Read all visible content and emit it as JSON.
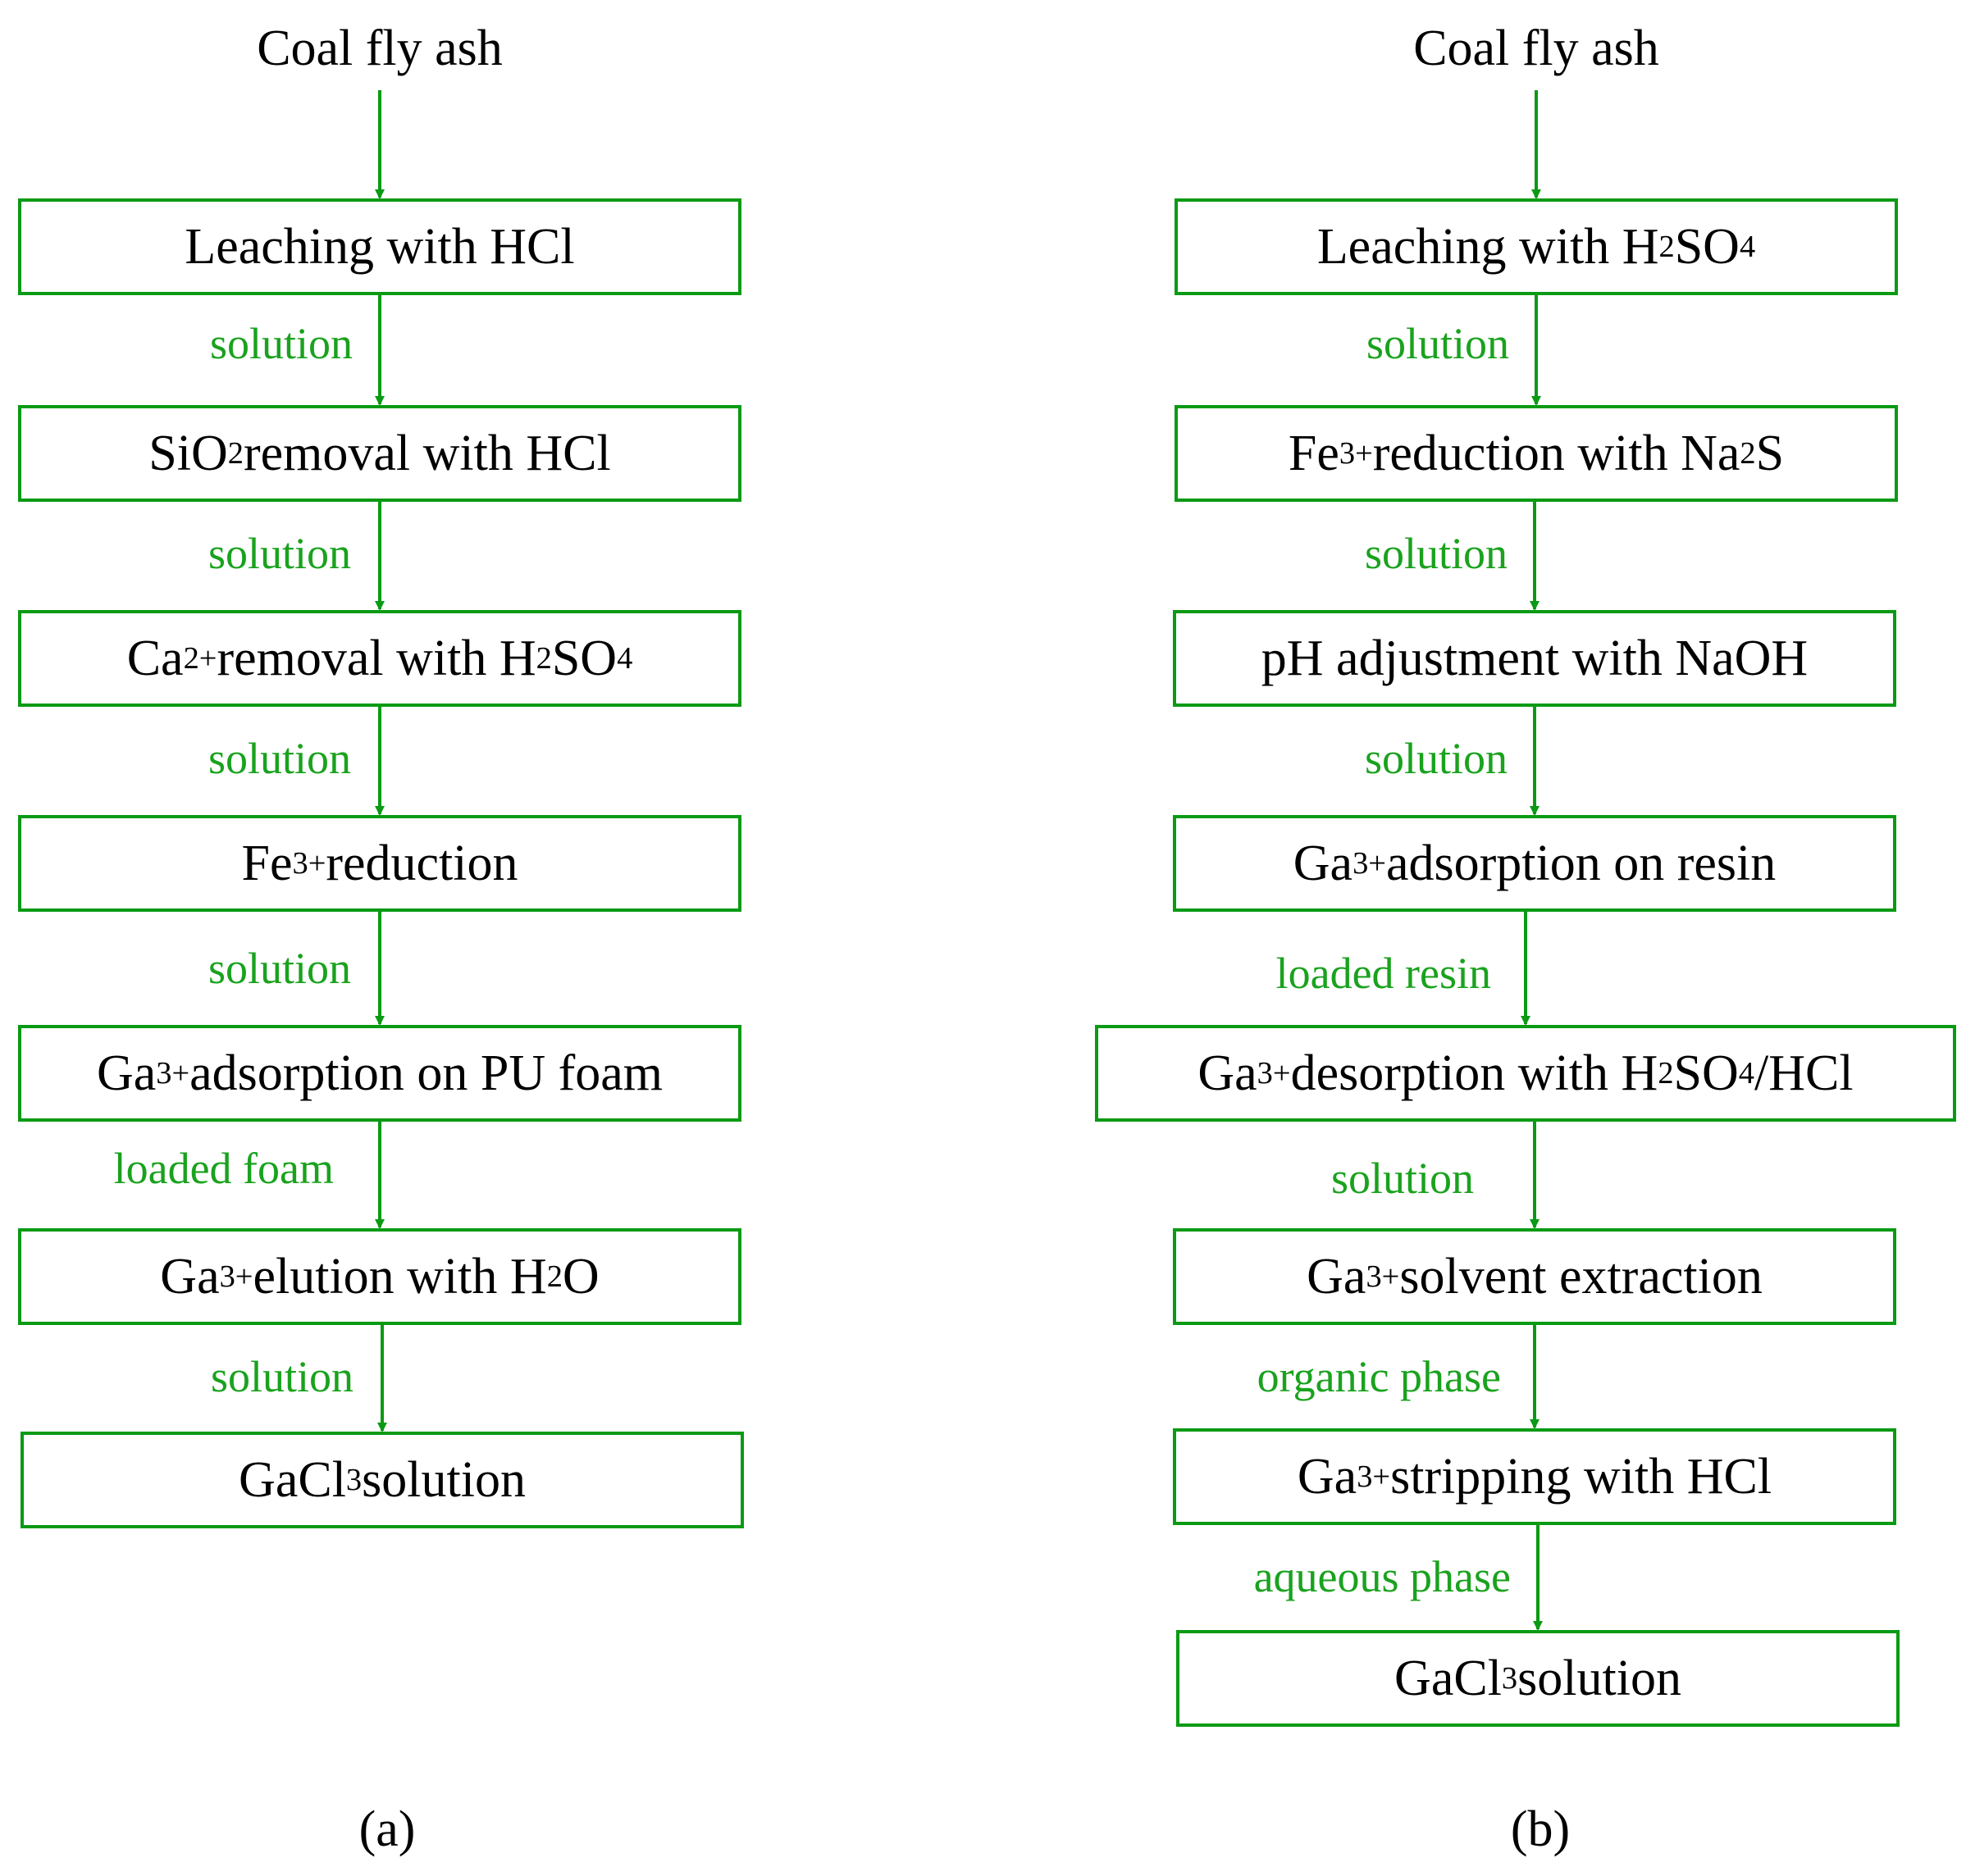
{
  "colors": {
    "box_border": "#0a9a14",
    "arrow": "#0a9a14",
    "edge_label": "#1aa21e"
  },
  "panel_a": {
    "source": "Coal fly ash",
    "steps": [
      [
        "Leaching with HCl"
      ],
      [
        "SiO",
        {
          "sub": "2"
        },
        " removal with HCl"
      ],
      [
        "Ca",
        {
          "sup": "2+"
        },
        " removal with H",
        {
          "sub": "2"
        },
        "SO",
        {
          "sub": "4"
        }
      ],
      [
        "Fe",
        {
          "sup": "3+"
        },
        " reduction"
      ],
      [
        "Ga",
        {
          "sup": "3+"
        },
        " adsorption on PU foam"
      ],
      [
        "Ga",
        {
          "sup": "3+"
        },
        " elution with H",
        {
          "sub": "2"
        },
        "O"
      ],
      [
        "GaCl",
        {
          "sub": "3"
        },
        " solution"
      ]
    ],
    "edge_labels": [
      "solution",
      "solution",
      "solution",
      "solution",
      "loaded foam",
      "solution"
    ],
    "caption": "(a)"
  },
  "panel_b": {
    "source": "Coal fly ash",
    "steps": [
      [
        "Leaching with H",
        {
          "sub": "2"
        },
        "SO",
        {
          "sub": "4"
        }
      ],
      [
        "Fe",
        {
          "sup": "3+"
        },
        " reduction with Na",
        {
          "sub": "2"
        },
        "S"
      ],
      [
        "pH adjustment with NaOH"
      ],
      [
        "Ga",
        {
          "sup": "3+"
        },
        " adsorption on resin"
      ],
      [
        "Ga",
        {
          "sup": "3+"
        },
        " desorption with H",
        {
          "sub": "2"
        },
        "SO",
        {
          "sub": "4"
        },
        "/HCl"
      ],
      [
        "Ga",
        {
          "sup": "3+"
        },
        " solvent extraction"
      ],
      [
        "Ga",
        {
          "sup": "3+"
        },
        " stripping with HCl"
      ],
      [
        "GaCl",
        {
          "sub": "3"
        },
        " solution"
      ]
    ],
    "edge_labels": [
      "solution",
      "solution",
      "solution",
      "loaded resin",
      "solution",
      "organic phase",
      "aqueous phase"
    ],
    "caption": "(b)"
  }
}
